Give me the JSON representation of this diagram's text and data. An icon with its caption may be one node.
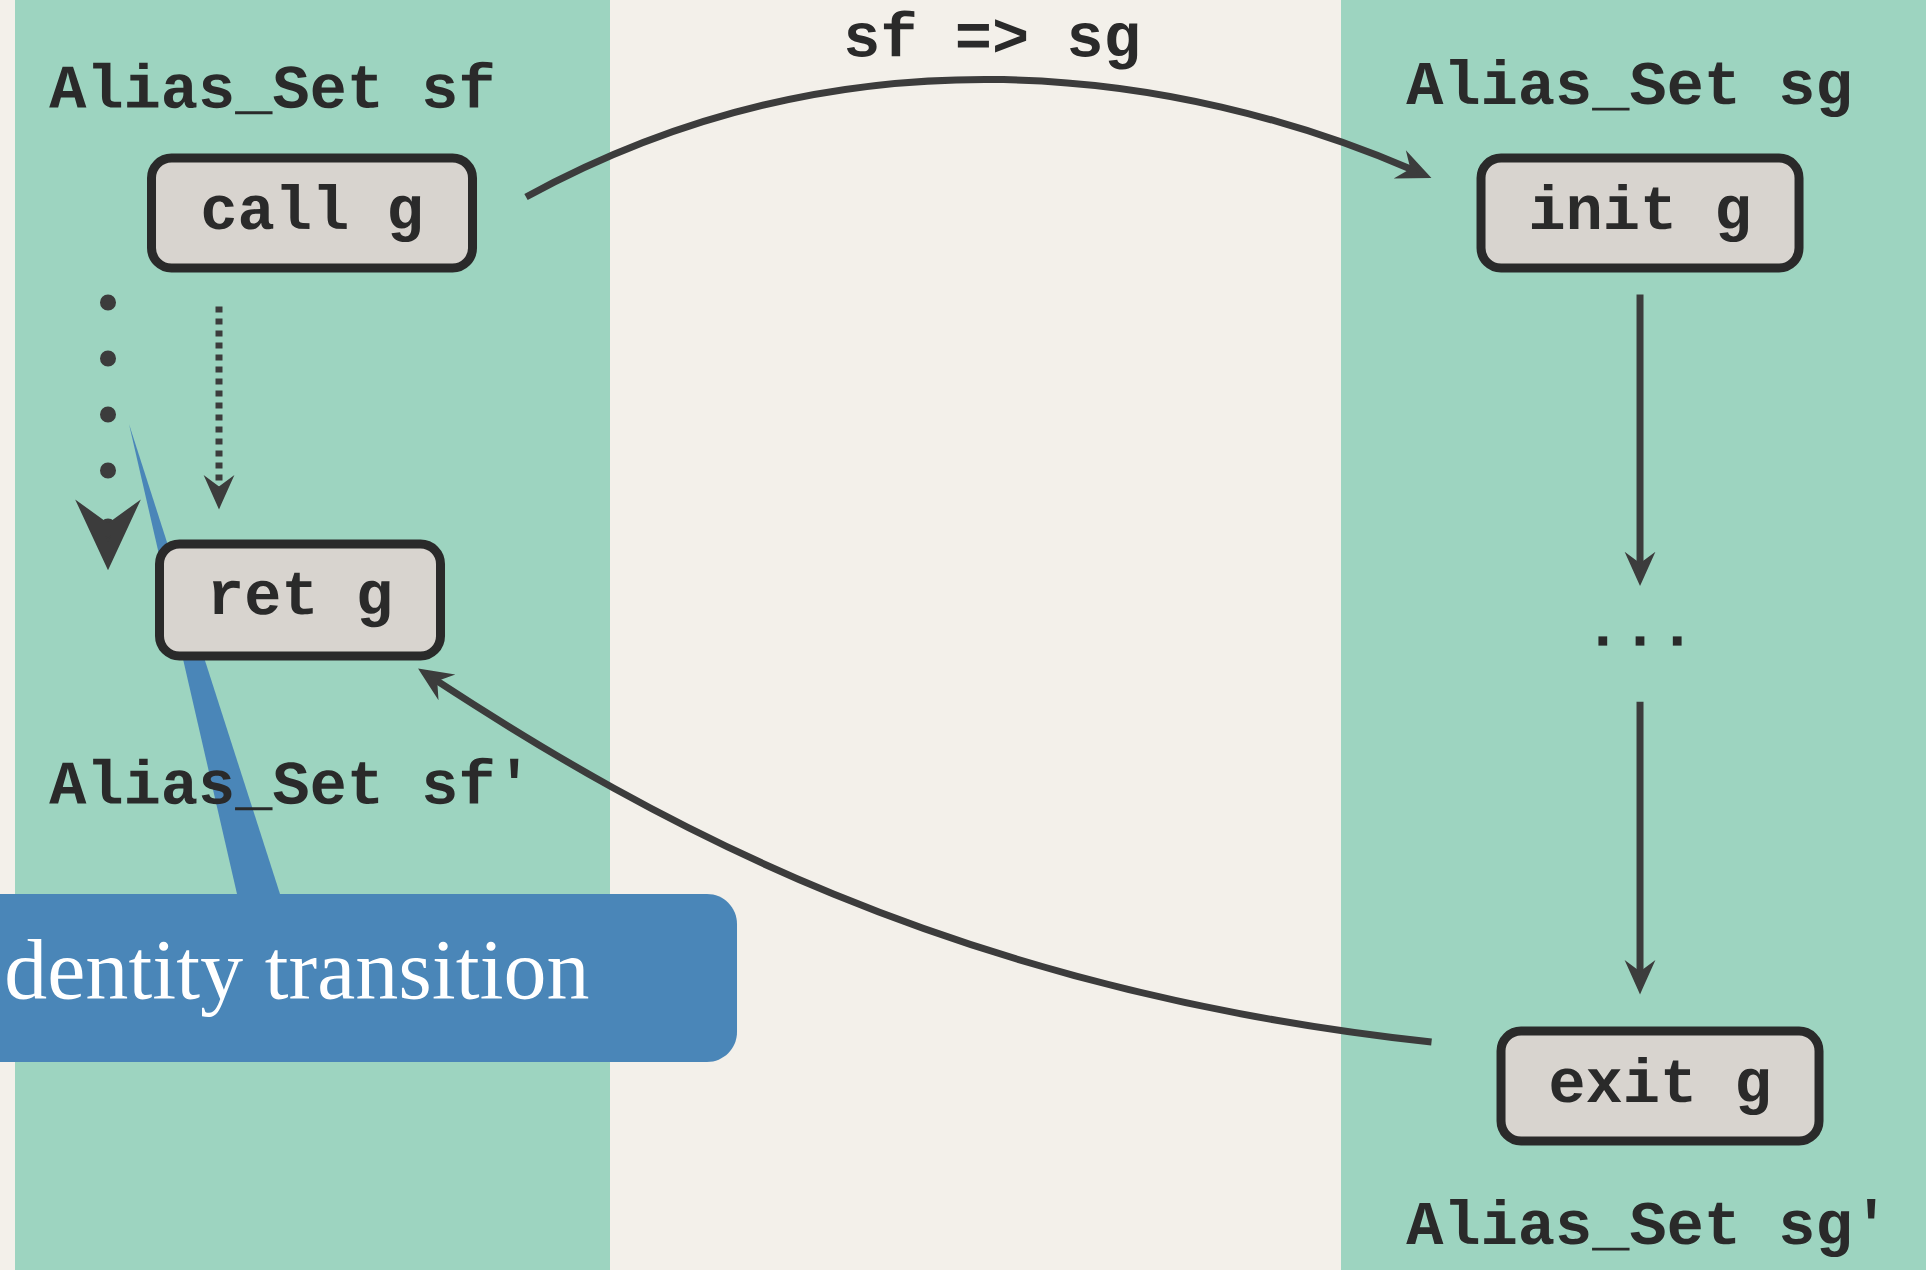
{
  "diagram": {
    "title": "sf => sg",
    "nodes": [
      {
        "text": [
          "Alias_Set sf",
          "Alias_Set sf'"
        ]
      },
      {
        "text": [
          "call g"
        ],
        "in": 0
      },
      {
        "text": [
          "ret g"
        ],
        "in": 0
      },
      {
        "text": [
          "Alias_Set sg",
          "Alias_Set sg'"
        ]
      },
      {
        "text": [
          "init g"
        ],
        "in": 3
      },
      {
        "text": [
          "..."
        ],
        "in": 3
      },
      {
        "text": [
          "exit g"
        ],
        "in": 3
      },
      {
        "text": [
          "dentity transition"
        ]
      }
    ],
    "edges": [
      {
        "from": 1,
        "to": 2,
        "arrow": "to",
        "style": "dashed"
      },
      {
        "from": 1,
        "to": 2,
        "arrow": "to",
        "style": "dashed"
      },
      {
        "from": 1,
        "to": 4,
        "arrow": "to"
      },
      {
        "from": 4,
        "to": 5,
        "arrow": "to"
      },
      {
        "from": 5,
        "to": 6,
        "arrow": "to"
      },
      {
        "from": 6,
        "to": 2,
        "arrow": "to"
      },
      {
        "from": 7,
        "to": null,
        "arrow": "to"
      }
    ]
  }
}
